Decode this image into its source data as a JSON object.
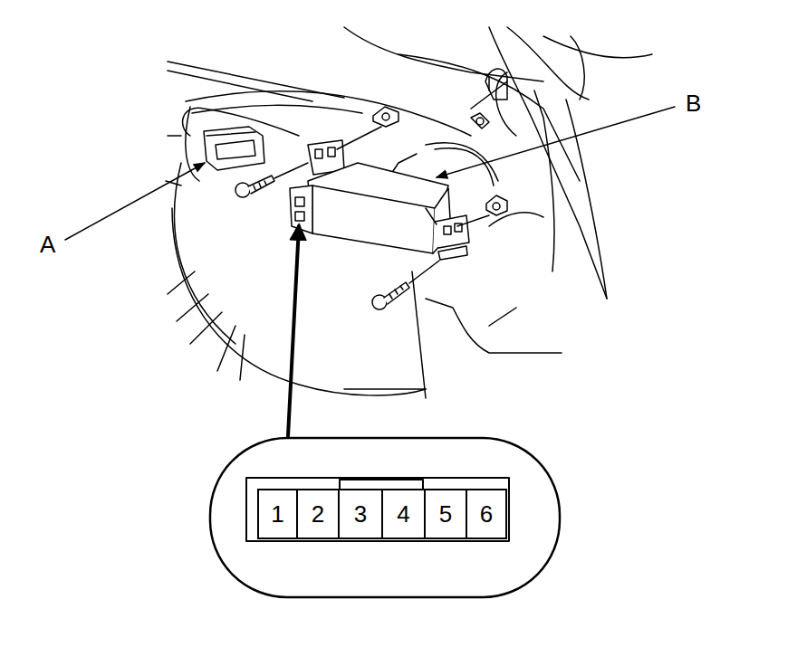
{
  "diagram": {
    "nodes": [
      {
        "text": [
          "1"
        ]
      },
      {
        "text": [
          "2"
        ]
      },
      {
        "text": [
          "3"
        ]
      },
      {
        "text": [
          "4"
        ]
      },
      {
        "text": [
          "5"
        ]
      },
      {
        "text": [
          "6"
        ]
      }
    ],
    "labels": [
      "A",
      "B"
    ]
  }
}
